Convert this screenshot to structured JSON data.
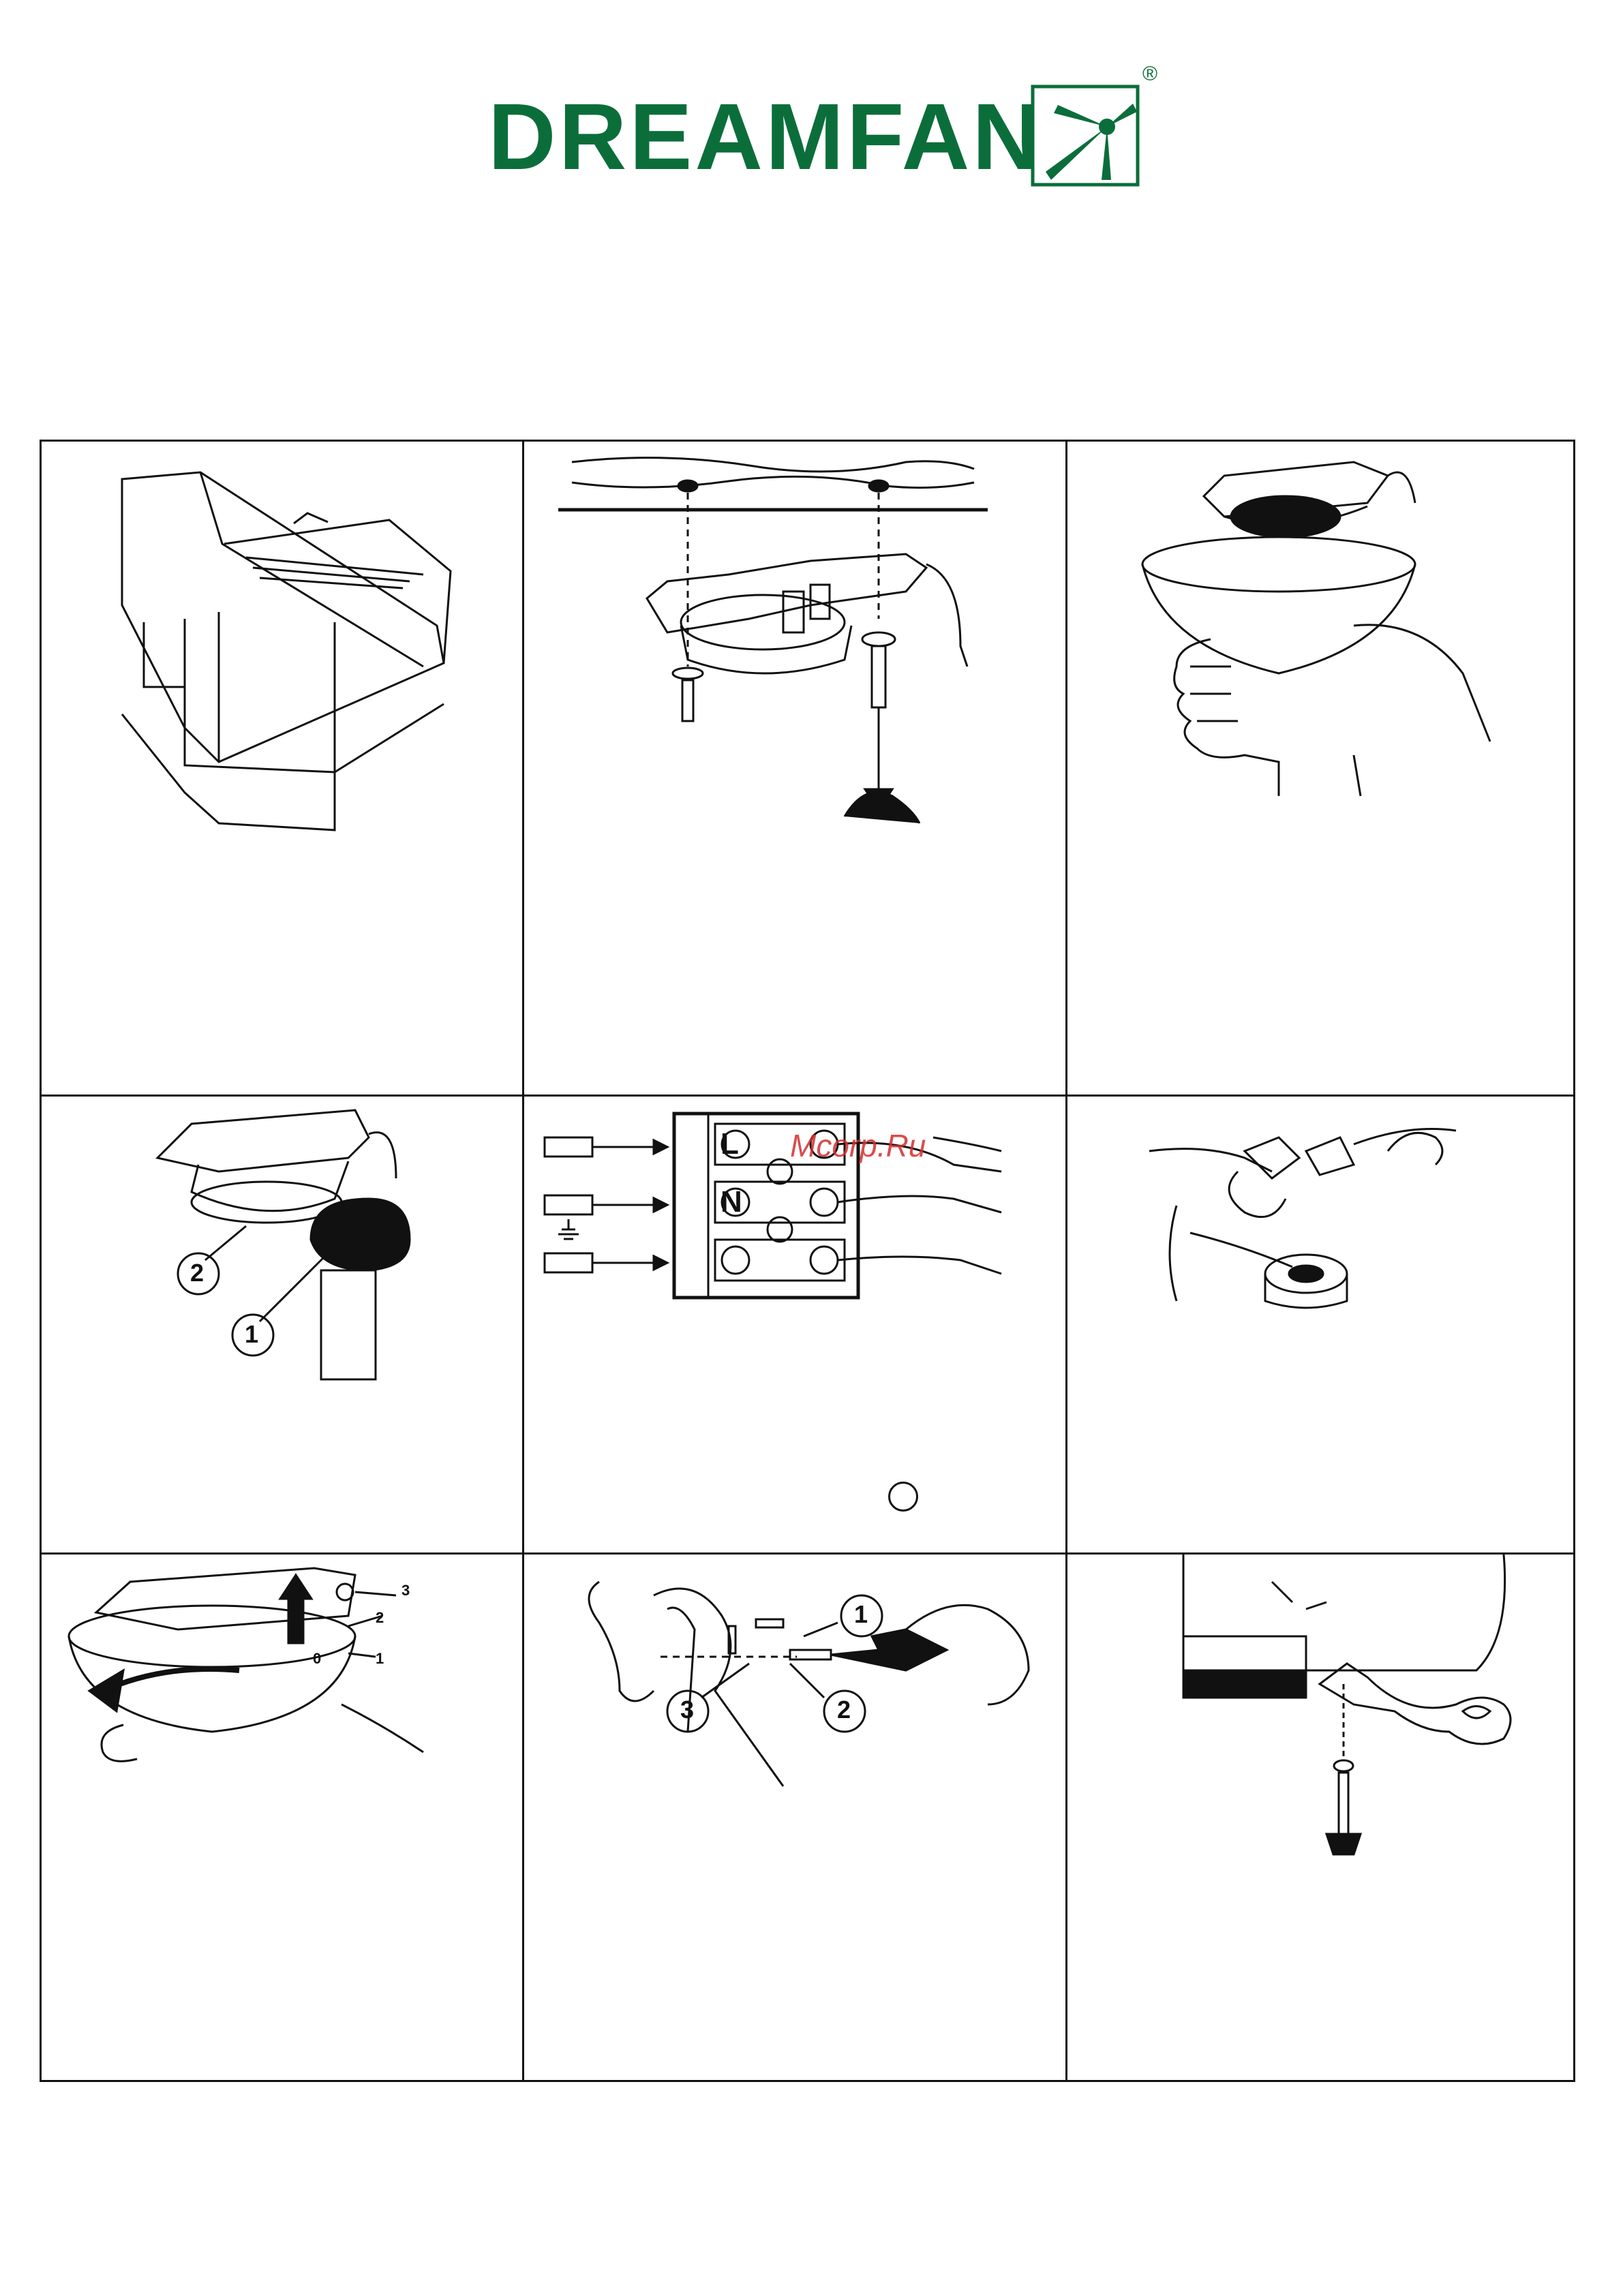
{
  "brand": {
    "name": "DREAMFAN",
    "registered": "®",
    "color": "#0b6e3a"
  },
  "panels": [
    {
      "id": "panel-1",
      "icon": "fan-box-icon"
    },
    {
      "id": "panel-2",
      "icon": "ceiling-bracket-mounting-icon"
    },
    {
      "id": "panel-3",
      "icon": "canopy-lift-icon"
    },
    {
      "id": "panel-4",
      "icon": "bracket-ball-joint-icon",
      "callouts": [
        "2",
        "1"
      ]
    },
    {
      "id": "panel-5",
      "icon": "terminal-block-icon",
      "terminals": [
        "L",
        "N"
      ]
    },
    {
      "id": "panel-6",
      "icon": "wire-connector-icon"
    },
    {
      "id": "panel-7",
      "icon": "canopy-rotate-icon",
      "callouts": [
        "3",
        "2",
        "0",
        "1"
      ]
    },
    {
      "id": "panel-8",
      "icon": "blade-screw-icon",
      "callouts": [
        "1",
        "3",
        "2"
      ]
    },
    {
      "id": "panel-9",
      "icon": "blade-arm-attach-icon"
    }
  ],
  "watermark": "Mcorp.Ru"
}
